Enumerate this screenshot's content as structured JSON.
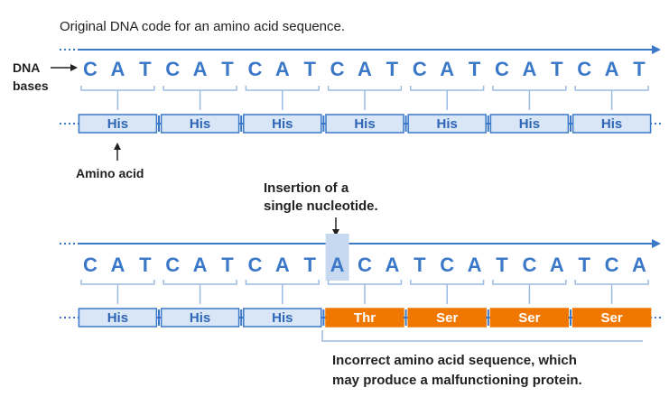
{
  "title": "Original DNA code for an amino acid sequence.",
  "labels": {
    "dna_bases_line1": "DNA",
    "dna_bases_line2": "bases",
    "amino_acid": "Amino acid",
    "insertion_line1": "Insertion of a",
    "insertion_line2": "single nucleotide.",
    "incorrect_line1": "Incorrect amino acid sequence, which",
    "incorrect_line2": "may produce a malfunctioning protein."
  },
  "original": {
    "bases": [
      "C",
      "A",
      "T",
      "C",
      "A",
      "T",
      "C",
      "A",
      "T",
      "C",
      "A",
      "T",
      "C",
      "A",
      "T",
      "C",
      "A",
      "T",
      "C",
      "A",
      "T"
    ],
    "aminos": [
      "His",
      "His",
      "His",
      "His",
      "His",
      "His",
      "His"
    ]
  },
  "mutated": {
    "bases": [
      "C",
      "A",
      "T",
      "C",
      "A",
      "T",
      "C",
      "A",
      "T",
      "A",
      "C",
      "A",
      "T",
      "C",
      "A",
      "T",
      "C",
      "A",
      "T",
      "C",
      "A"
    ],
    "inserted_index": 9,
    "aminos": [
      "His",
      "His",
      "His",
      "Thr",
      "Ser",
      "Ser",
      "Ser"
    ],
    "incorrect_from": 3
  },
  "colors": {
    "line": "#3c78c8",
    "base_text": "#3c78c8",
    "codon_fill": "#d8e6f6",
    "codon_stroke": "#3c78c8",
    "codon_text": "#2f66b8",
    "bad_fill": "#f07800",
    "bad_text": "#ffffff",
    "highlight": "#c6d9f1",
    "label_text": "#222222"
  }
}
